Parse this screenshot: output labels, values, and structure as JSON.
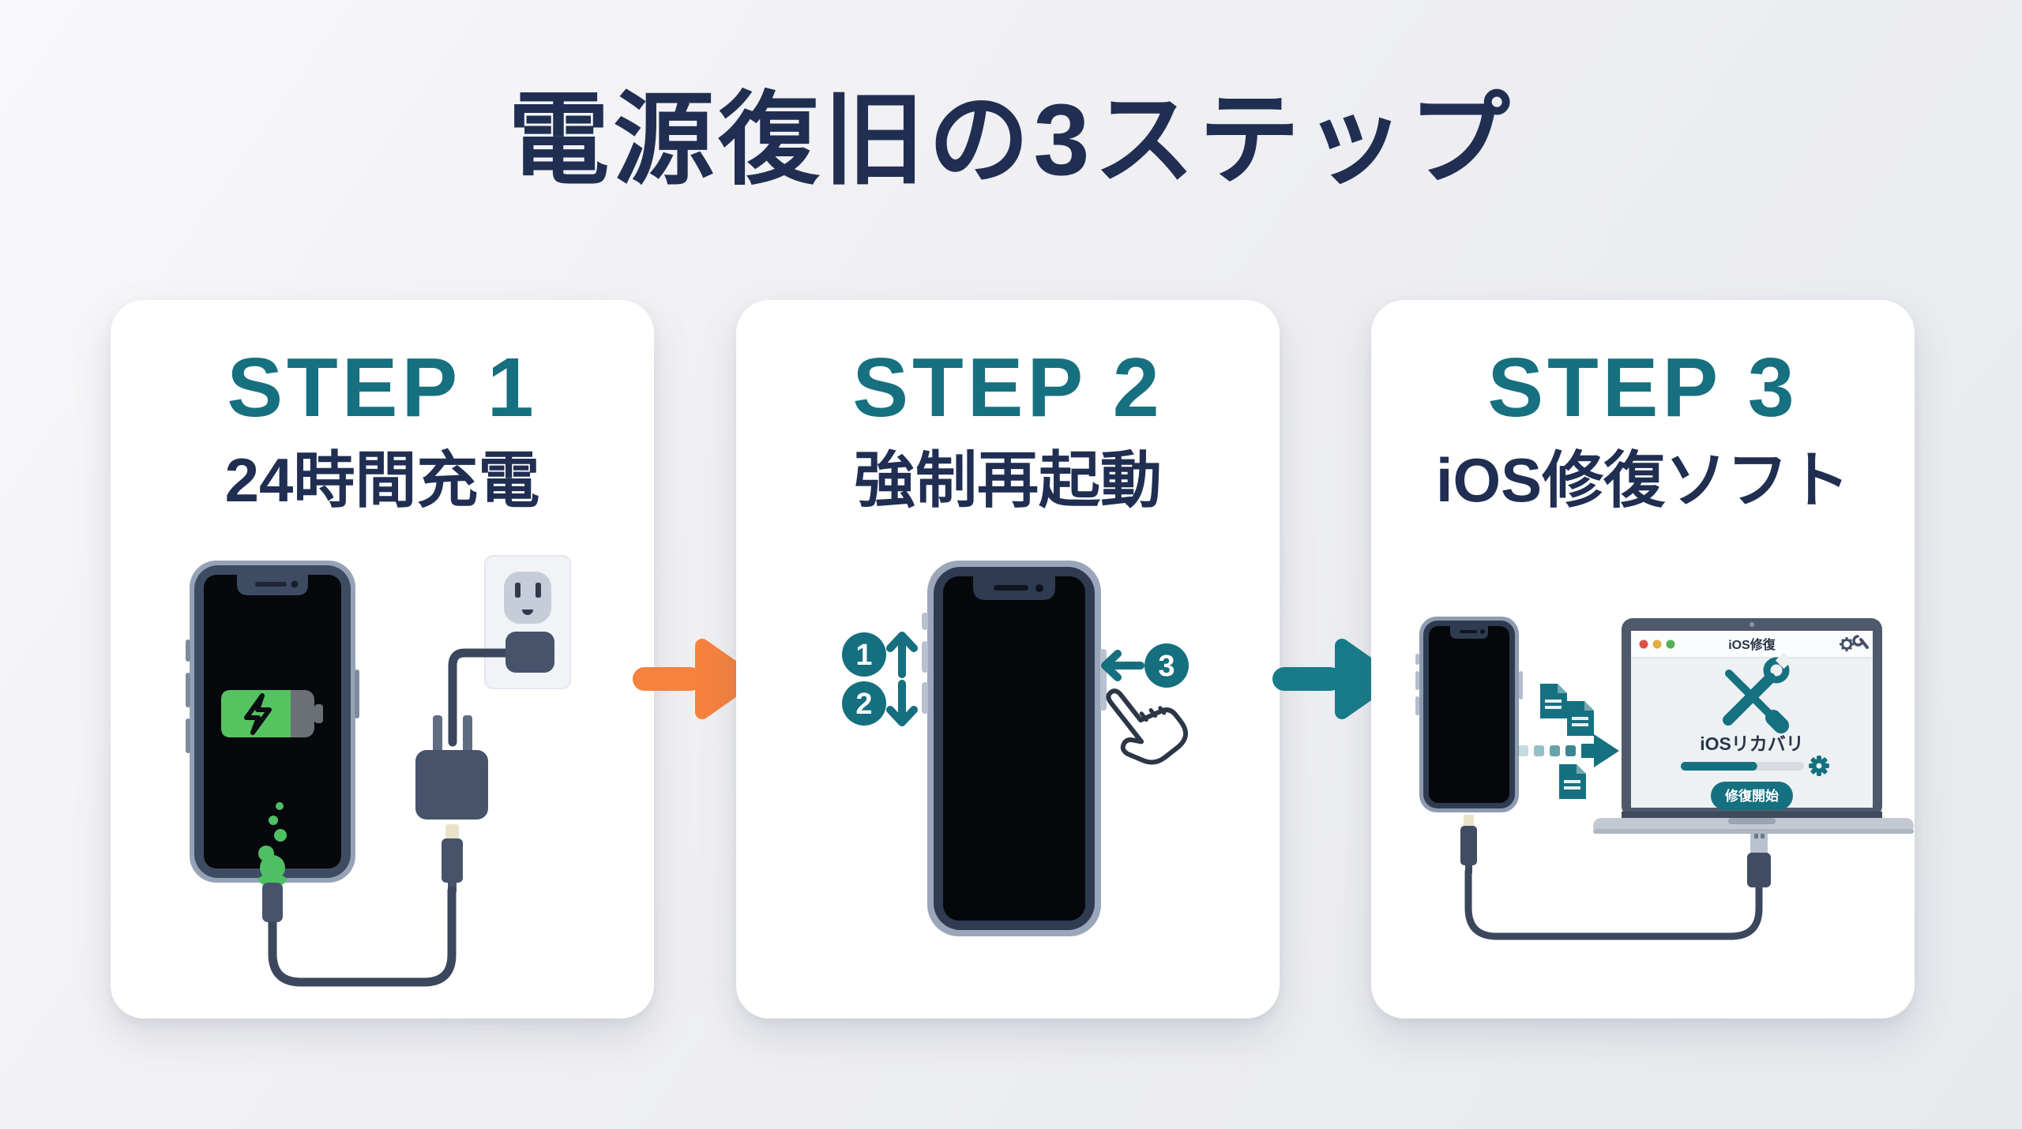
{
  "title": "電源復旧の3ステップ",
  "colors": {
    "navy": "#202e52",
    "teal": "#16707f",
    "orange": "#f6823e",
    "battery_green": "#55c35f",
    "card_bg": "#ffffff",
    "page_bg": "#ededf0"
  },
  "steps": [
    {
      "label": "STEP 1",
      "subtitle": "24時間充電",
      "illustration": "iphone-charging-from-wall-outlet"
    },
    {
      "label": "STEP 2",
      "subtitle": "強制再起動",
      "badges": [
        "1",
        "2",
        "3"
      ],
      "illustration": "iphone-force-restart-button-sequence"
    },
    {
      "label": "STEP 3",
      "subtitle": "iOS修復ソフト",
      "illustration": "iphone-connected-to-laptop",
      "window": {
        "title": "iOS修復",
        "app_label": "iOSリカバリ",
        "button_label": "修復開始",
        "progress_percent": 62
      }
    }
  ],
  "arrows": [
    {
      "from": "step-1",
      "to": "step-2",
      "direction": "right",
      "color": "#f6823e"
    },
    {
      "from": "step-2",
      "to": "step-3",
      "direction": "right",
      "color": "#177b89"
    }
  ]
}
